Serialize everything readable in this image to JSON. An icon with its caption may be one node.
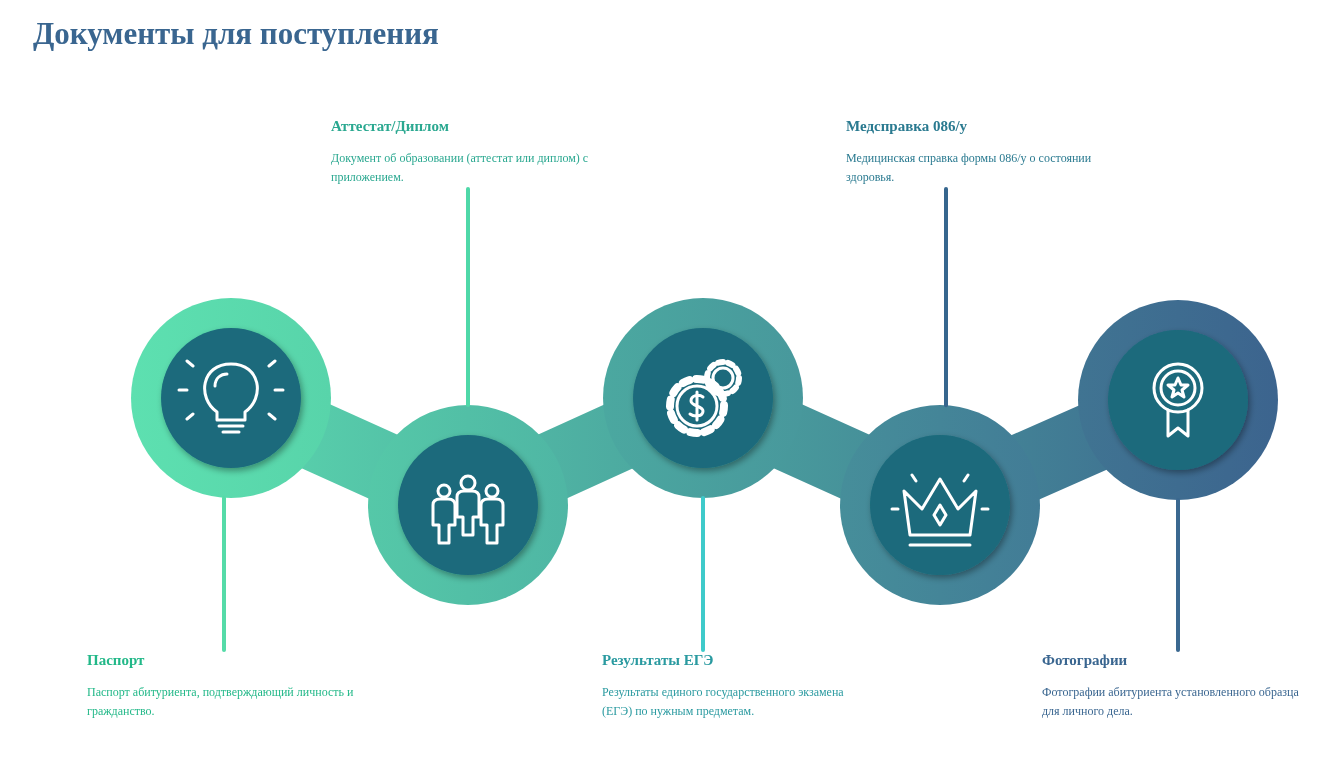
{
  "diagram": {
    "title": "Документы для поступления",
    "nodes": [
      {
        "text": [
          "Аттестат/Диплом",
          "Документ об образовании (аттестат или диплом) с приложением."
        ]
      },
      {
        "text": [
          "Медсправка 086/у",
          "Медицинская справка формы 086/у о состоянии здоровья."
        ]
      },
      {
        "text": [],
        "shape": "picture"
      },
      {
        "text": [],
        "shape": "picture"
      },
      {
        "text": [],
        "shape": "picture"
      },
      {
        "text": [],
        "shape": "picture"
      },
      {
        "text": [],
        "shape": "picture"
      },
      {
        "text": [
          "Паспорт",
          "Паспорт абитуриента, подтверждающий личность и гражданство."
        ]
      },
      {
        "text": [
          "Результаты ЕГЭ",
          "Результаты единого государственного экзамена (ЕГЭ) по нужным предметам."
        ]
      },
      {
        "text": [
          "Фотографии",
          "Фотографии абитуриента установленного образца для личного дела."
        ]
      }
    ],
    "edges": [
      {
        "from": 0,
        "to": 3,
        "arrow": "none",
        "color": "#4fd8a8"
      },
      {
        "from": 1,
        "to": 5,
        "arrow": "none",
        "color": "#36668e"
      },
      {
        "from": 7,
        "to": 2,
        "arrow": "none",
        "color": "#55dba8"
      },
      {
        "from": 8,
        "to": 4,
        "arrow": "none",
        "color": "#3ecaca"
      },
      {
        "from": 9,
        "to": 6,
        "arrow": "none",
        "color": "#3a6890"
      }
    ]
  }
}
